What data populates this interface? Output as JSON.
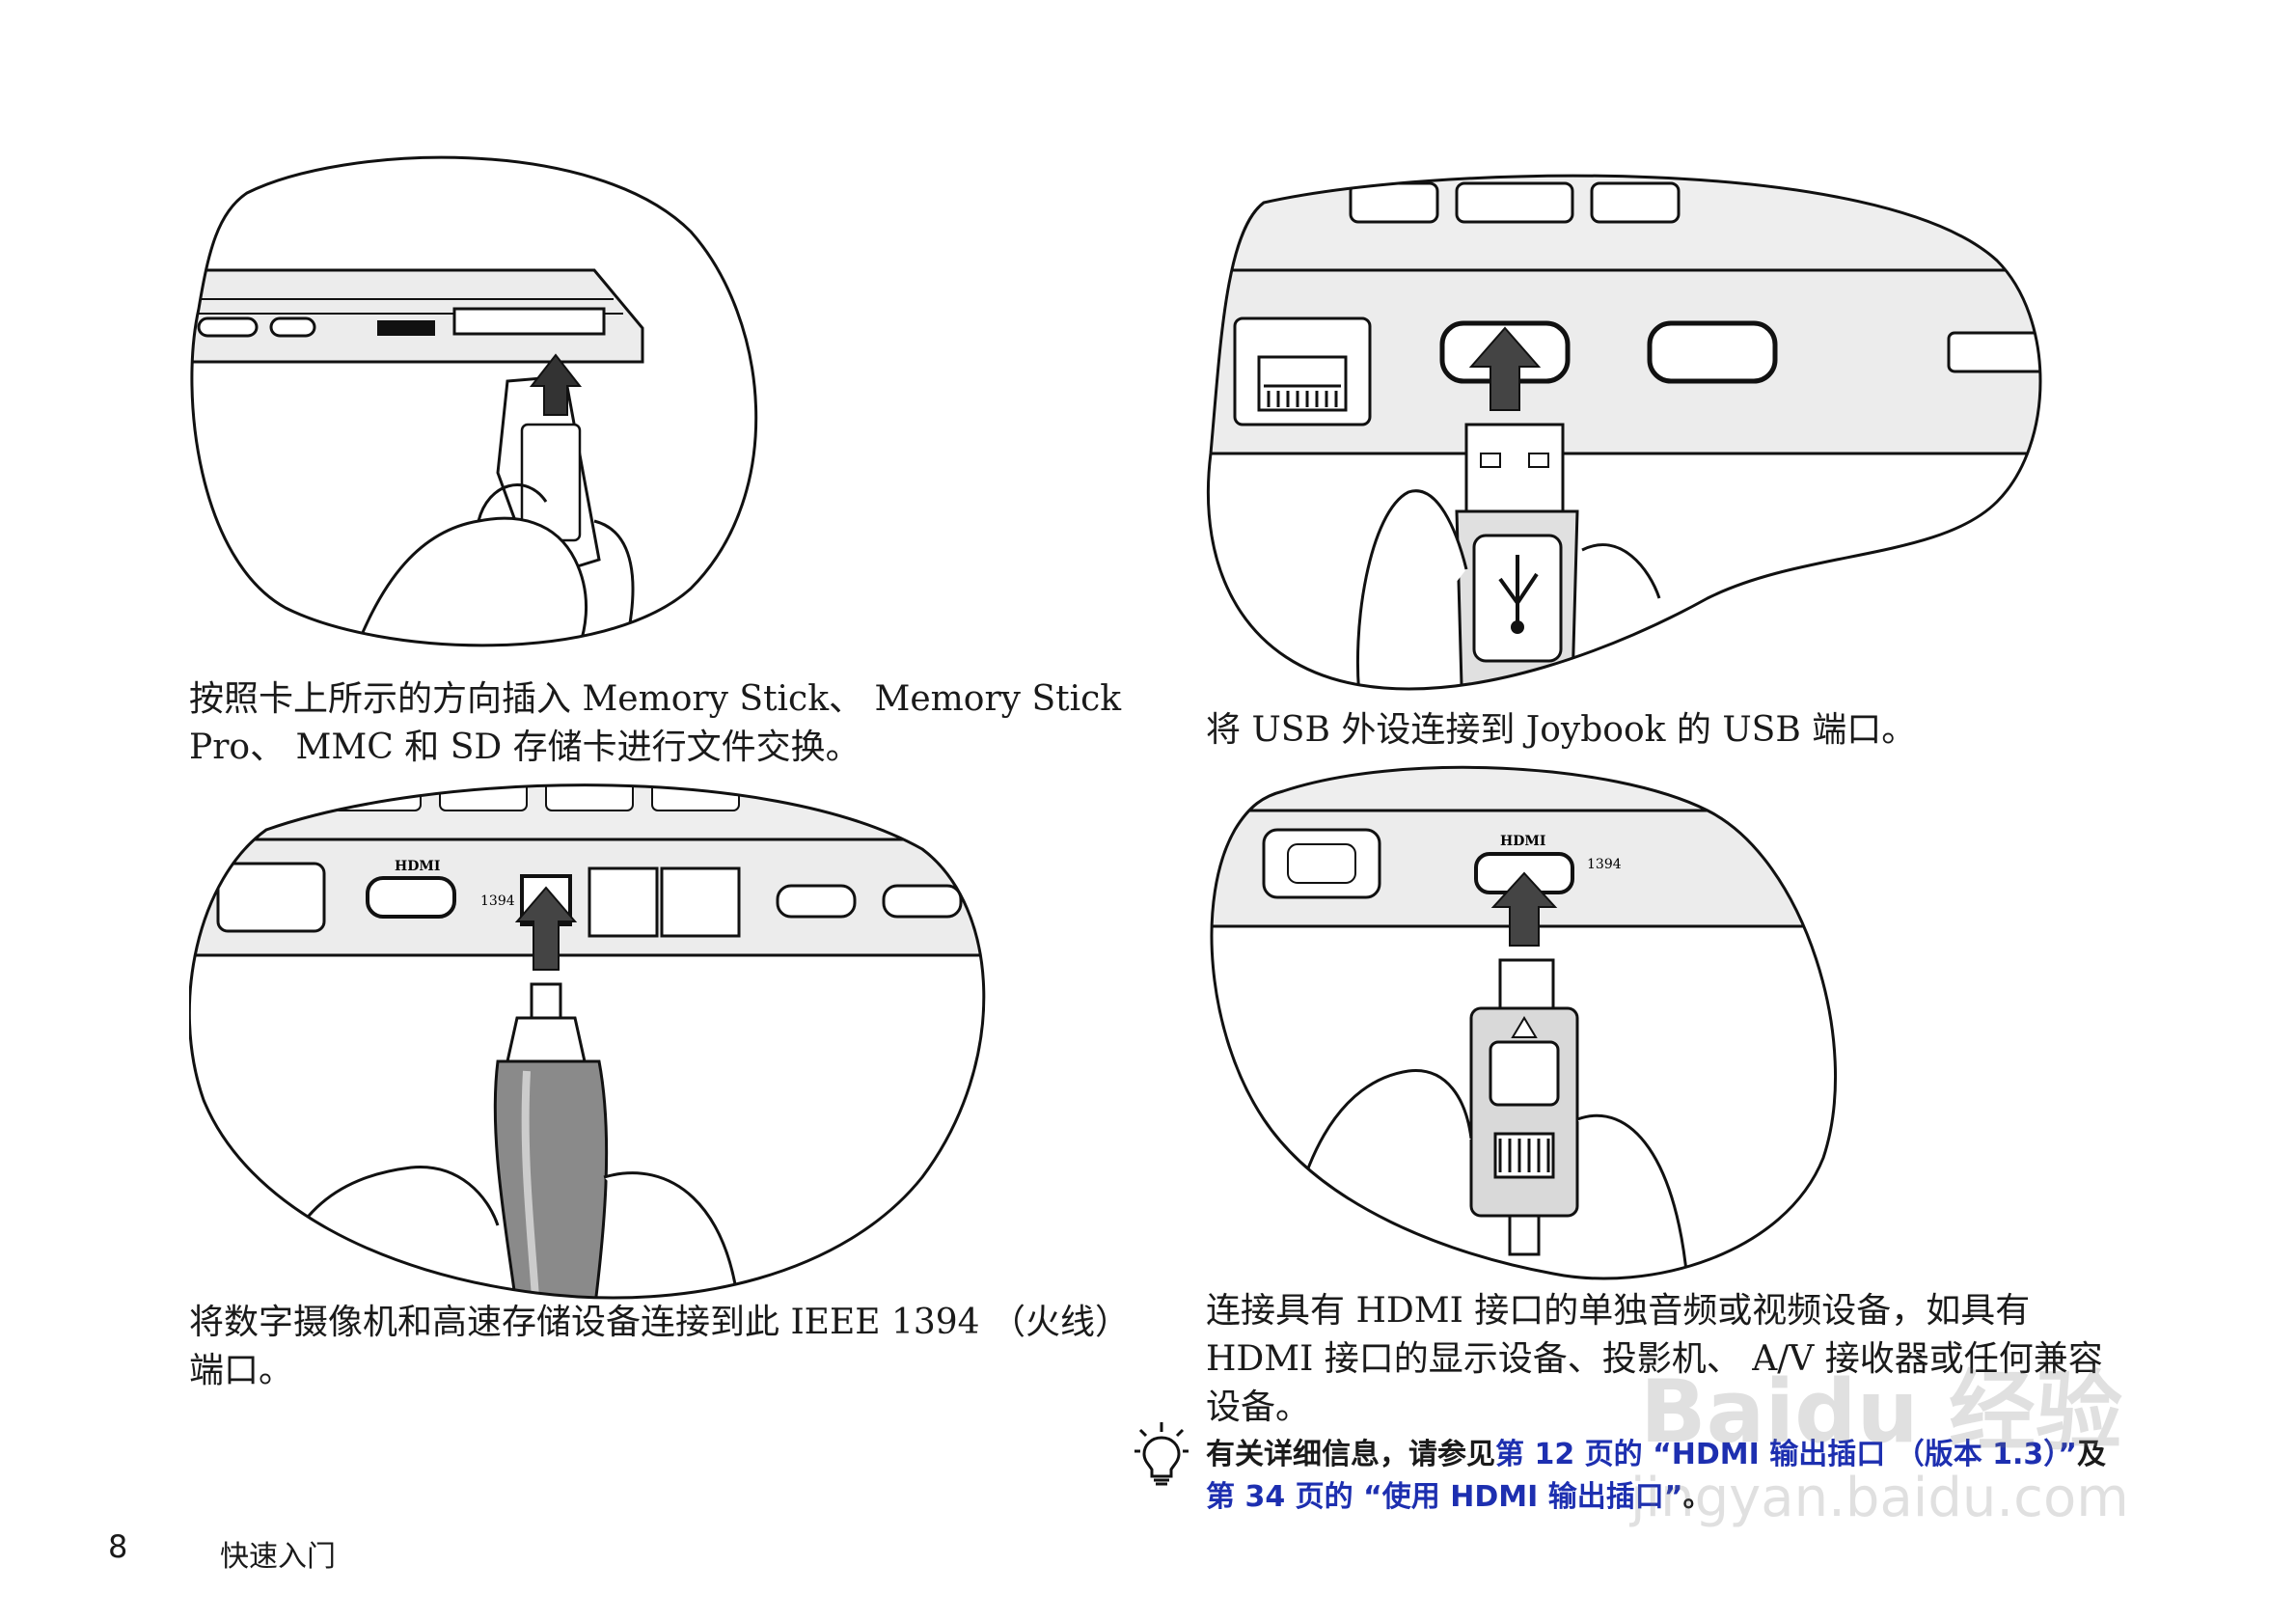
{
  "captions": {
    "card_reader": [
      "按照卡上所示的方向插入 Memory Stick、 Memory Stick",
      "Pro、 MMC 和 SD 存储卡进行文件交换。"
    ],
    "usb": [
      "将 USB 外设连接到 Joybook 的 USB 端口。"
    ],
    "ieee1394": [
      "将数字摄像机和高速存储设备连接到此 IEEE 1394 （火线）",
      "端口。"
    ],
    "hdmi": [
      "连接具有 HDMI 接口的单独音频或视频设备，如具有",
      "HDMI 接口的显示设备、投影机、 A/V 接收器或任何兼容",
      "设备。"
    ]
  },
  "tip": {
    "line1_prefix": "有关详细信息，请参见",
    "line1_link": "第 12 页的 “HDMI 输出插口 （版本 1.3）”",
    "line1_suffix": "及",
    "line2_link": "第 34 页的 “使用 HDMI 输出插口”",
    "line2_suffix": "。"
  },
  "port_labels": {
    "hdmi": "HDMI",
    "ieee1394": "1394"
  },
  "footer": {
    "page_number": "8",
    "section_title": "快速入门"
  },
  "watermark": {
    "brand": "Baidu 经验",
    "url": "jingyan.baidu.com"
  },
  "icons": {
    "tip": "lightbulb-icon"
  }
}
